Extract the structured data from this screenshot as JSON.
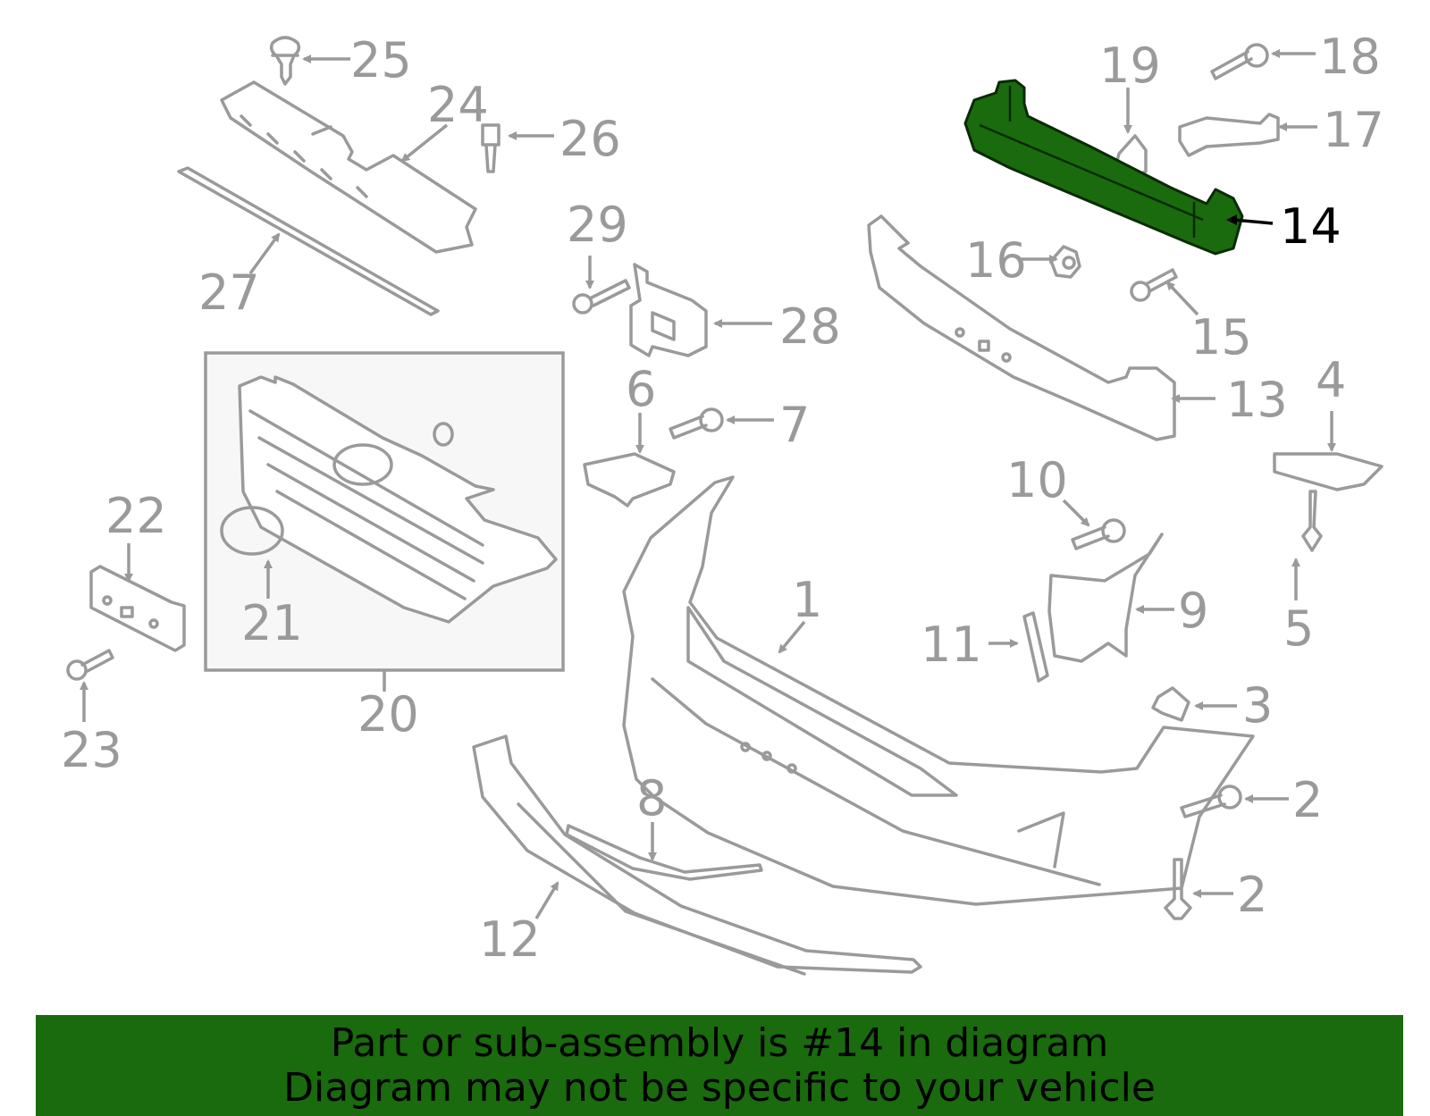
{
  "highlight_color": "#1a6a0e",
  "parts_color": "#9a9a9a",
  "callouts": {
    "c1": "1",
    "c2a": "2",
    "c2b": "2",
    "c3": "3",
    "c4": "4",
    "c5": "5",
    "c6": "6",
    "c7": "7",
    "c8": "8",
    "c9": "9",
    "c10": "10",
    "c11": "11",
    "c12": "12",
    "c13": "13",
    "c14": "14",
    "c15": "15",
    "c16": "16",
    "c17": "17",
    "c18": "18",
    "c19": "19",
    "c20": "20",
    "c21": "21",
    "c22": "22",
    "c23": "23",
    "c24": "24",
    "c25": "25",
    "c26": "26",
    "c27": "27",
    "c28": "28",
    "c29": "29"
  },
  "banner": {
    "line1": "Part or sub-assembly is #14 in diagram",
    "line2": "Diagram may not be specific to your vehicle"
  }
}
